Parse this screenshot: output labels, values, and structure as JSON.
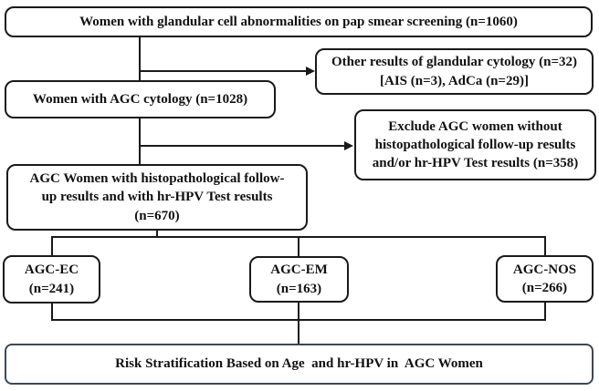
{
  "diagram": {
    "type": "flowchart",
    "boxes": {
      "screening": {
        "text": "Women with glandular cell abnormalities on pap smear screening (n=1060)"
      },
      "other": {
        "line1": "Other results of glandular cytology (n=32)",
        "line2": "[AIS (n=3), AdCa (n=29)]"
      },
      "agc": {
        "text": "Women with AGC cytology (n=1028)"
      },
      "exclude": {
        "line1": "Exclude AGC women without",
        "line2": "histopathological follow-up results",
        "line3": "and/or hr-HPV Test results (n=358)"
      },
      "followup": {
        "line1": "AGC Women with histopathological follow-",
        "line2": "up results and with hr-HPV Test results",
        "line3": "(n=670)"
      },
      "agc_ec": {
        "line1": "AGC-EC",
        "line2": "(n=241)"
      },
      "agc_em": {
        "line1": "AGC-EM",
        "line2": "(n=163)"
      },
      "agc_nos": {
        "line1": "AGC-NOS",
        "line2": "(n=266)"
      },
      "risk": {
        "text": "Risk Stratification Based on Age  and hr-HPV in  AGC Women"
      }
    },
    "counts": {
      "pap_smear_total": 1060,
      "other_glandular": 32,
      "ais": 3,
      "adca": 29,
      "agc_cytology": 1028,
      "excluded": 358,
      "followup_with_hpv": 670,
      "agc_ec": 241,
      "agc_em": 163,
      "agc_nos": 266
    },
    "colors": {
      "box_border": "#1a1a1a",
      "risk_box_border": "#3d4757",
      "line": "#1a1a1a",
      "text": "#111111",
      "background": "#ffffff"
    }
  }
}
